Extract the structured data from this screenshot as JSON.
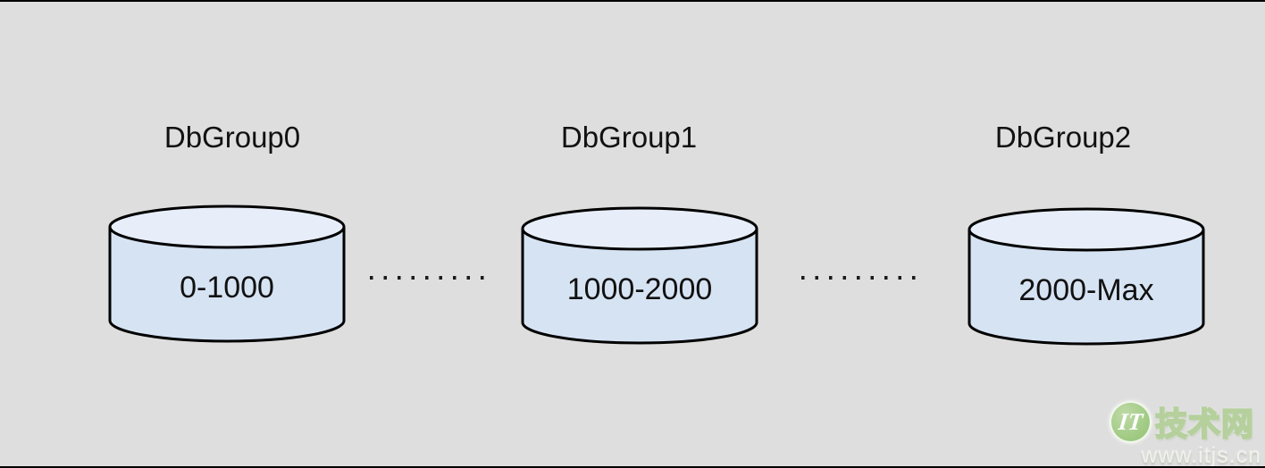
{
  "diagram": {
    "groups": [
      {
        "name": "DbGroup0",
        "range": "0-1000"
      },
      {
        "name": "DbGroup1",
        "range": "1000-2000"
      },
      {
        "name": "DbGroup2",
        "range": "2000-Max"
      }
    ],
    "connector_style": "dotted"
  },
  "watermark": {
    "logo_text": "IT",
    "site_name": "技术网",
    "url": "www.itjs.cn"
  },
  "colors": {
    "background": "#dedede",
    "cylinder_body": "#d6e3f3",
    "cylinder_top": "#e7eef9",
    "outline": "#000000",
    "dot_color": "#1a1a1a",
    "watermark_green": "#9cc87e"
  }
}
